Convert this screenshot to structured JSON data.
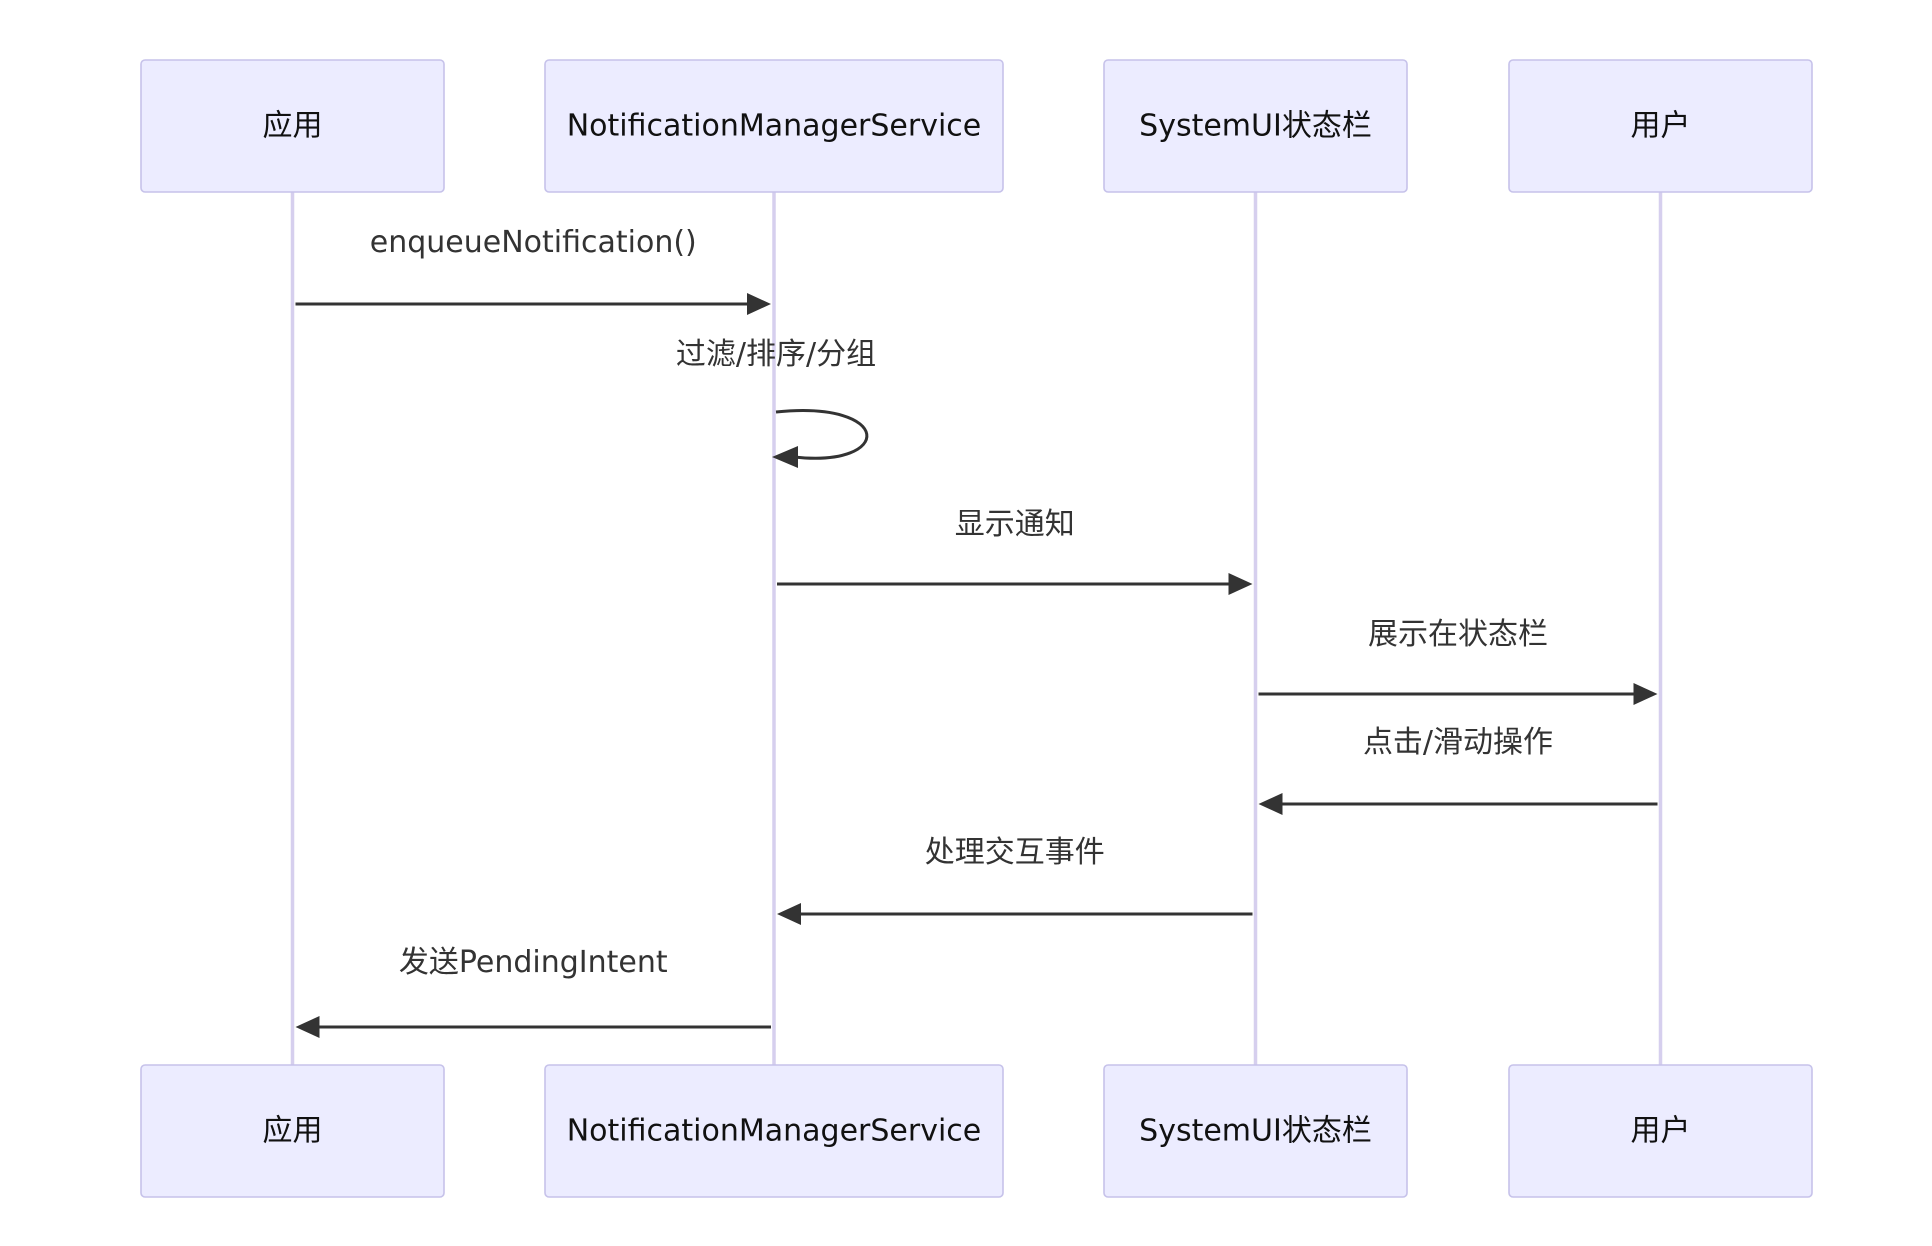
{
  "diagram": {
    "participants": [
      {
        "id": "app",
        "label": "应用"
      },
      {
        "id": "nms",
        "label": "NotificationManagerService"
      },
      {
        "id": "sysui",
        "label": "SystemUI状态栏"
      },
      {
        "id": "user",
        "label": "用户"
      }
    ],
    "messages": [
      {
        "from": "app",
        "to": "nms",
        "label": "enqueueNotification()"
      },
      {
        "from": "nms",
        "to": "nms",
        "label": "过滤/排序/分组"
      },
      {
        "from": "nms",
        "to": "sysui",
        "label": "显示通知"
      },
      {
        "from": "sysui",
        "to": "user",
        "label": "展示在状态栏"
      },
      {
        "from": "user",
        "to": "sysui",
        "label": "点击/滑动操作"
      },
      {
        "from": "sysui",
        "to": "nms",
        "label": "处理交互事件"
      },
      {
        "from": "nms",
        "to": "app",
        "label": "发送PendingIntent"
      }
    ],
    "colors": {
      "actor_fill": "#ececff",
      "actor_stroke": "#c6c2ea",
      "lifeline": "#d6cfee",
      "message": "#333333"
    }
  }
}
